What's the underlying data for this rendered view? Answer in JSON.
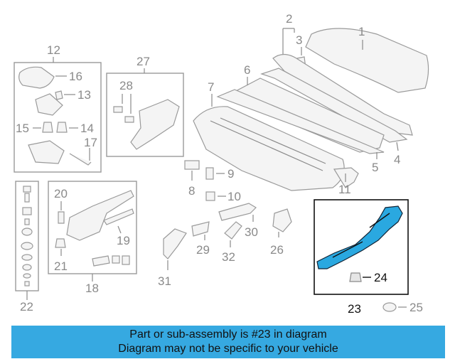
{
  "diagram": {
    "labels": {
      "p1": "1",
      "p2": "2",
      "p3": "3",
      "p4": "4",
      "p5": "5",
      "p6": "6",
      "p7": "7",
      "p8": "8",
      "p9": "9",
      "p10": "10",
      "p11": "11",
      "p12": "12",
      "p13": "13",
      "p14": "14",
      "p15": "15",
      "p16": "16",
      "p17": "17",
      "p18": "18",
      "p19": "19",
      "p20": "20",
      "p21": "21",
      "p22": "22",
      "p23": "23",
      "p24": "24",
      "p25": "25",
      "p26": "26",
      "p27": "27",
      "p28": "28",
      "p29": "29",
      "p30": "30",
      "p31": "31",
      "p32": "32"
    },
    "highlight_color": "#2aa8e0"
  },
  "banner": {
    "line1": "Part or sub-assembly is #23 in diagram",
    "line2": "Diagram may not be specific to your vehicle",
    "color": "#36a9e1"
  }
}
